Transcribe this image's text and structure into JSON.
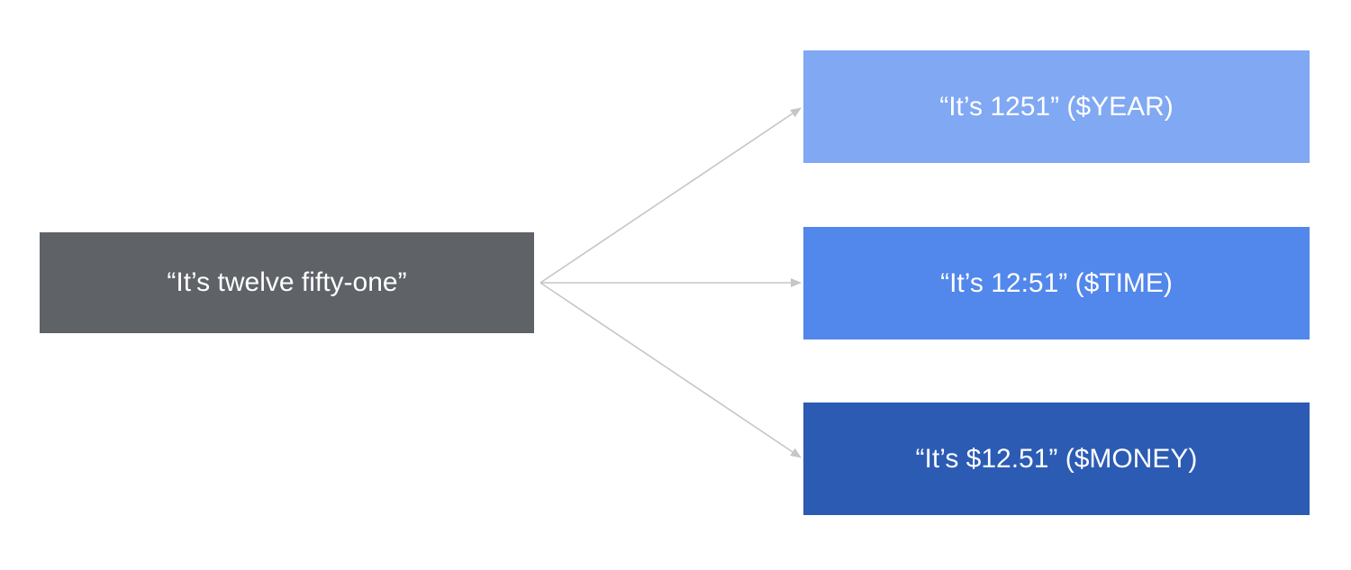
{
  "source": {
    "text": "“It’s twelve fifty-one”",
    "color": "#5f6368"
  },
  "outputs": [
    {
      "text": "“It’s 1251” ($YEAR)",
      "color": "#80a8f3"
    },
    {
      "text": "“It’s 12:51” ($TIME)",
      "color": "#5287eb"
    },
    {
      "text": "“It’s $12.51” ($MONEY)",
      "color": "#2c5bb4"
    }
  ],
  "arrow_color": "#c6c6c6"
}
